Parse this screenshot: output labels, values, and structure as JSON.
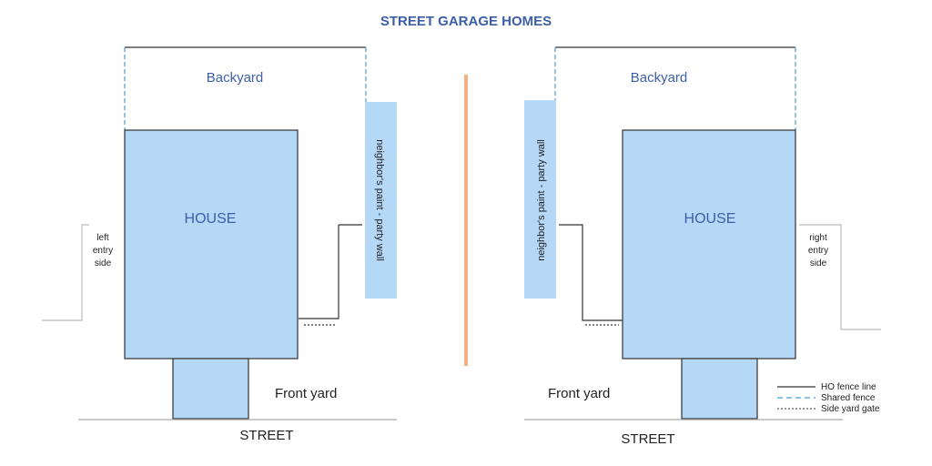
{
  "title": "STREET GARAGE HOMES",
  "colors": {
    "fill": "#b5d8f7",
    "outline": "#333333",
    "shared_fence": "#4a9fd8",
    "divider": "#f4b183",
    "title": "#3d5fa8"
  },
  "left_plan": {
    "backyard": "Backyard",
    "house": "HOUSE",
    "party_wall": "neighbor's paint  -  party wall",
    "side_label": [
      "left",
      "entry",
      "side"
    ],
    "front_yard": "Front yard",
    "street": "STREET"
  },
  "right_plan": {
    "backyard": "Backyard",
    "house": "HOUSE",
    "party_wall": "neighbor's paint  -  party wall",
    "side_label": [
      "right",
      "entry",
      "side"
    ],
    "front_yard": "Front yard",
    "street": "STREET"
  },
  "legend": [
    {
      "label": "HO fence line",
      "style": "solid"
    },
    {
      "label": "Shared fence",
      "style": "dashed"
    },
    {
      "label": "Side yard gate",
      "style": "dotted"
    }
  ]
}
